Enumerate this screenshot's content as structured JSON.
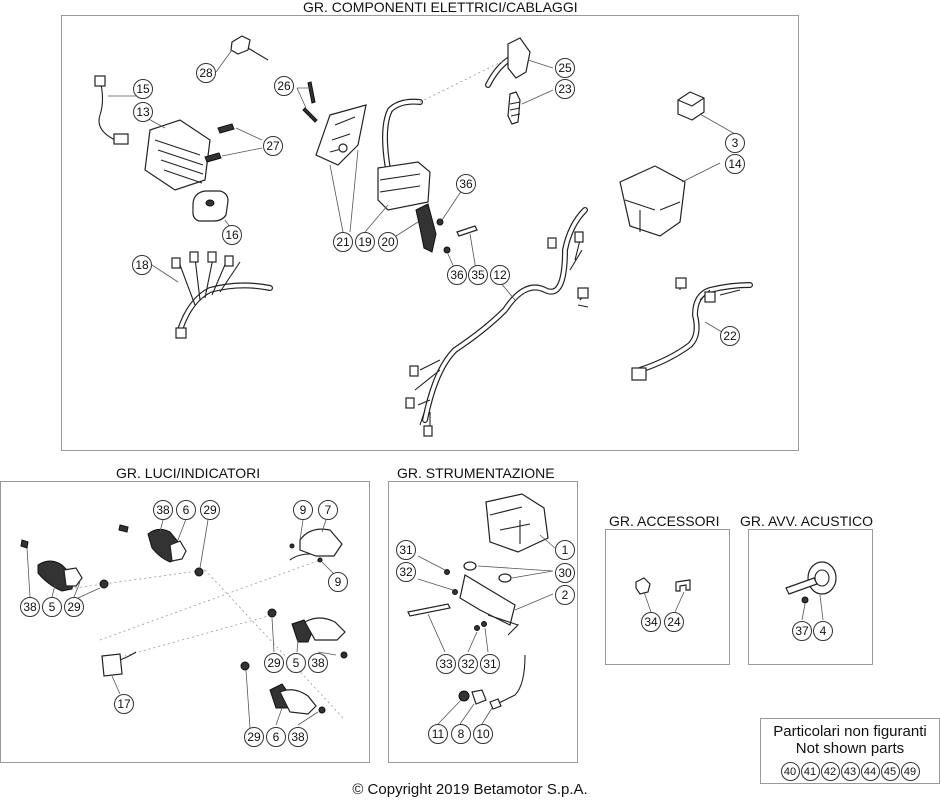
{
  "groups": {
    "electrical": {
      "title": "GR. COMPONENTI ELETTRICI/CABLAGGI"
    },
    "lights": {
      "title": "GR. LUCI/INDICATORI"
    },
    "instruments": {
      "title": "GR. STRUMENTAZIONE"
    },
    "accessories": {
      "title": "GR. ACCESSORI"
    },
    "horn": {
      "title": "GR. AVV. ACUSTICO"
    }
  },
  "callouts": {
    "electrical": [
      "28",
      "15",
      "13",
      "26",
      "27",
      "16",
      "18",
      "21",
      "19",
      "20",
      "36",
      "36",
      "35",
      "12",
      "25",
      "23",
      "3",
      "14",
      "22"
    ],
    "lights": [
      "38",
      "6",
      "29",
      "9",
      "7",
      "9",
      "38",
      "5",
      "29",
      "29",
      "5",
      "38",
      "17",
      "29",
      "6",
      "38"
    ],
    "instruments": [
      "31",
      "32",
      "1",
      "30",
      "2",
      "33",
      "32",
      "31",
      "11",
      "8",
      "10"
    ],
    "accessories": [
      "34",
      "24"
    ],
    "horn": [
      "37",
      "4"
    ]
  },
  "not_shown": {
    "line1": "Particolari non figuranti",
    "line2": "Not shown parts",
    "numbers": [
      "40",
      "41",
      "42",
      "43",
      "44",
      "45",
      "49"
    ]
  },
  "copyright": "© Copyright 2019 Betamotor S.p.A."
}
